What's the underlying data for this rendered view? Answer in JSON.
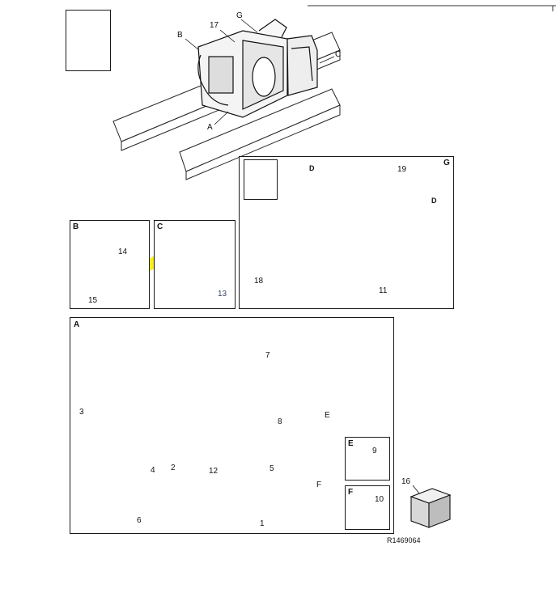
{
  "overview": {
    "callouts": [
      "B",
      "17",
      "G",
      "C",
      "A"
    ]
  },
  "panels": {
    "B": {
      "label": "B",
      "parts": [
        "14",
        "15"
      ]
    },
    "C": {
      "label": "C",
      "parts": [
        "13"
      ]
    },
    "G": {
      "label": "G",
      "parts": [
        "19",
        "18",
        "11"
      ],
      "markers": [
        "D",
        "D"
      ]
    },
    "A": {
      "label": "A",
      "parts": [
        "7",
        "3",
        "8",
        "E",
        "4",
        "2",
        "12",
        "5",
        "F",
        "6",
        "1"
      ]
    },
    "E": {
      "label": "E",
      "parts": [
        "9"
      ]
    },
    "F": {
      "label": "F",
      "parts": [
        "10"
      ]
    }
  },
  "loose_parts": [
    "16"
  ],
  "reference": "R1469064",
  "colors": {
    "highlight": "#f6ee1e",
    "line": "#1a1a1a",
    "selected_badge": "#c8cfe0"
  }
}
